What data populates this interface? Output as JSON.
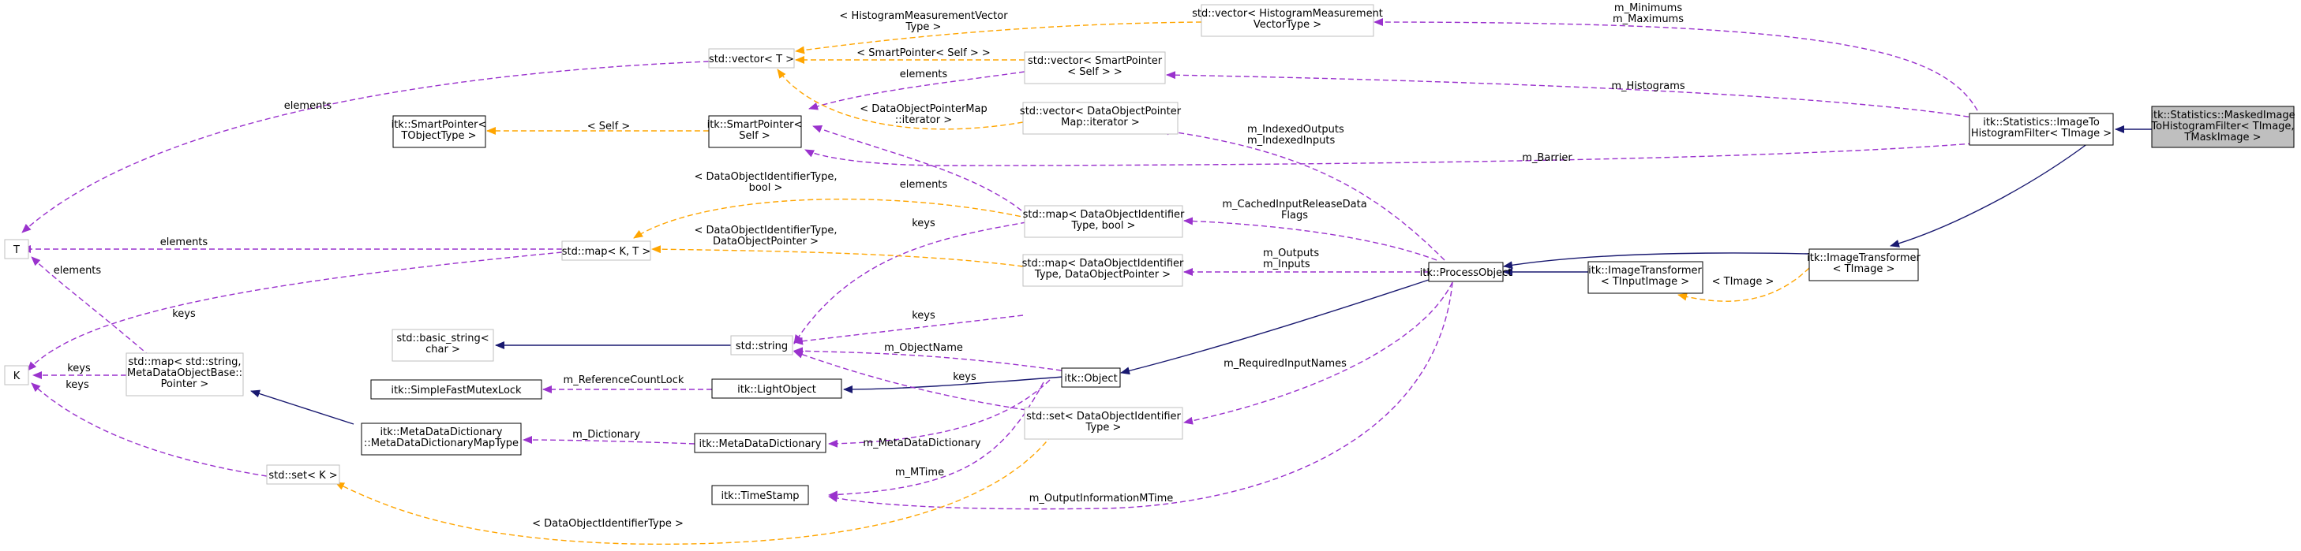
{
  "colors": {
    "inheritance": "#191970",
    "usage": "#9a32cd",
    "template": "#ffa500",
    "node_border_solid": "#000000",
    "node_border_light": "#bfbfbf",
    "selected_fill": "#bfbfbf",
    "background": "#ffffff"
  },
  "nodes": {
    "masked_image_filter": [
      "itk::Statistics::MaskedImage",
      "ToHistogramFilter< TImage,",
      "TMaskImage >"
    ],
    "image_to_histogram_filter": [
      "itk::Statistics::ImageTo",
      "HistogramFilter< TImage >"
    ],
    "image_transformer_timage": [
      "itk::ImageTransformer",
      "< TImage >"
    ],
    "image_transformer_tinput": [
      "itk::ImageTransformer",
      "< TInputImage >"
    ],
    "process_object": [
      "itk::ProcessObject"
    ],
    "object": [
      "itk::Object"
    ],
    "light_object": [
      "itk::LightObject"
    ],
    "meta_data_dictionary": [
      "itk::MetaDataDictionary"
    ],
    "time_stamp": [
      "itk::TimeStamp"
    ],
    "simple_fast_mutex_lock": [
      "itk::SimpleFastMutexLock"
    ],
    "meta_data_dictionary_map_type": [
      "itk::MetaDataDictionary",
      "::MetaDataDictionaryMapType"
    ],
    "smart_pointer_self": [
      "itk::SmartPointer<",
      "Self >"
    ],
    "smart_pointer_tobject": [
      "itk::SmartPointer<",
      "TObjectType >"
    ],
    "vector_t": [
      "std::vector< T >"
    ],
    "vector_histogram_measurement": [
      "std::vector< HistogramMeasurement",
      "VectorType >"
    ],
    "vector_smart_pointer": [
      "std::vector< SmartPointer",
      "< Self > >"
    ],
    "vector_data_object_iterator": [
      "std::vector< DataObjectPointer",
      "Map::iterator >"
    ],
    "map_kt": [
      "std::map< K, T >"
    ],
    "map_data_object_bool": [
      "std::map< DataObjectIdentifier",
      "Type, bool >"
    ],
    "map_data_object_pointer": [
      "std::map< DataObjectIdentifier",
      "Type, DataObjectPointer >"
    ],
    "set_data_object": [
      "std::set< DataObjectIdentifier",
      "Type >"
    ],
    "set_k": [
      "std::set< K >"
    ],
    "std_string": [
      "std::string"
    ],
    "basic_string": [
      "std::basic_string<",
      "char >"
    ],
    "map_string_meta": [
      "std::map< std::string,",
      "MetaDataObjectBase::",
      "Pointer >"
    ],
    "t": [
      "T"
    ],
    "k": [
      "K"
    ]
  },
  "edge_labels": {
    "minimums_maximums": [
      "m_Minimums",
      "m_Maximums"
    ],
    "histograms": [
      "m_Histograms"
    ],
    "barrier": [
      "m_Barrier"
    ],
    "indexed": [
      "m_IndexedOutputs",
      "m_IndexedInputs"
    ],
    "cached": [
      "m_CachedInputReleaseData",
      "Flags"
    ],
    "outputs_inputs": [
      "m_Outputs",
      "m_Inputs"
    ],
    "required": [
      "m_RequiredInputNames"
    ],
    "output_info": [
      "m_OutputInformationMTime"
    ],
    "object_name": [
      "m_ObjectName"
    ],
    "meta_dict_member": [
      "m_MetaDataDictionary"
    ],
    "mtime": [
      "m_MTime"
    ],
    "ref_lock": [
      "m_ReferenceCountLock"
    ],
    "dictionary": [
      "m_Dictionary"
    ],
    "timage": [
      "< TImage >"
    ],
    "self_tmpl": [
      "< Self >"
    ],
    "hist_vec_tmpl": [
      "< HistogramMeasurementVector",
      "Type >"
    ],
    "smart_self_tmpl": [
      "< SmartPointer< Self > >"
    ],
    "dop_iter_tmpl": [
      "< DataObjectPointerMap",
      "::iterator >"
    ],
    "dot_bool_tmpl": [
      "< DataObjectIdentifierType,",
      "bool >"
    ],
    "dot_ptr_tmpl": [
      "< DataObjectIdentifierType,",
      "DataObjectPointer >"
    ],
    "dot_set_tmpl": [
      "< DataObjectIdentifierType >"
    ],
    "elements_vector_t": [
      "elements"
    ],
    "elements_smart": [
      "elements"
    ],
    "elements_map_bool": [
      "elements"
    ],
    "elements_map_kt": [
      "elements"
    ],
    "elements_map_meta": [
      "elements"
    ],
    "keys_map_bool": [
      "keys"
    ],
    "keys_map_ptr": [
      "keys"
    ],
    "keys_set": [
      "keys"
    ],
    "keys_mapkt": [
      "keys"
    ],
    "keys_meta": [
      "keys"
    ],
    "keys_setk": [
      "keys"
    ]
  }
}
